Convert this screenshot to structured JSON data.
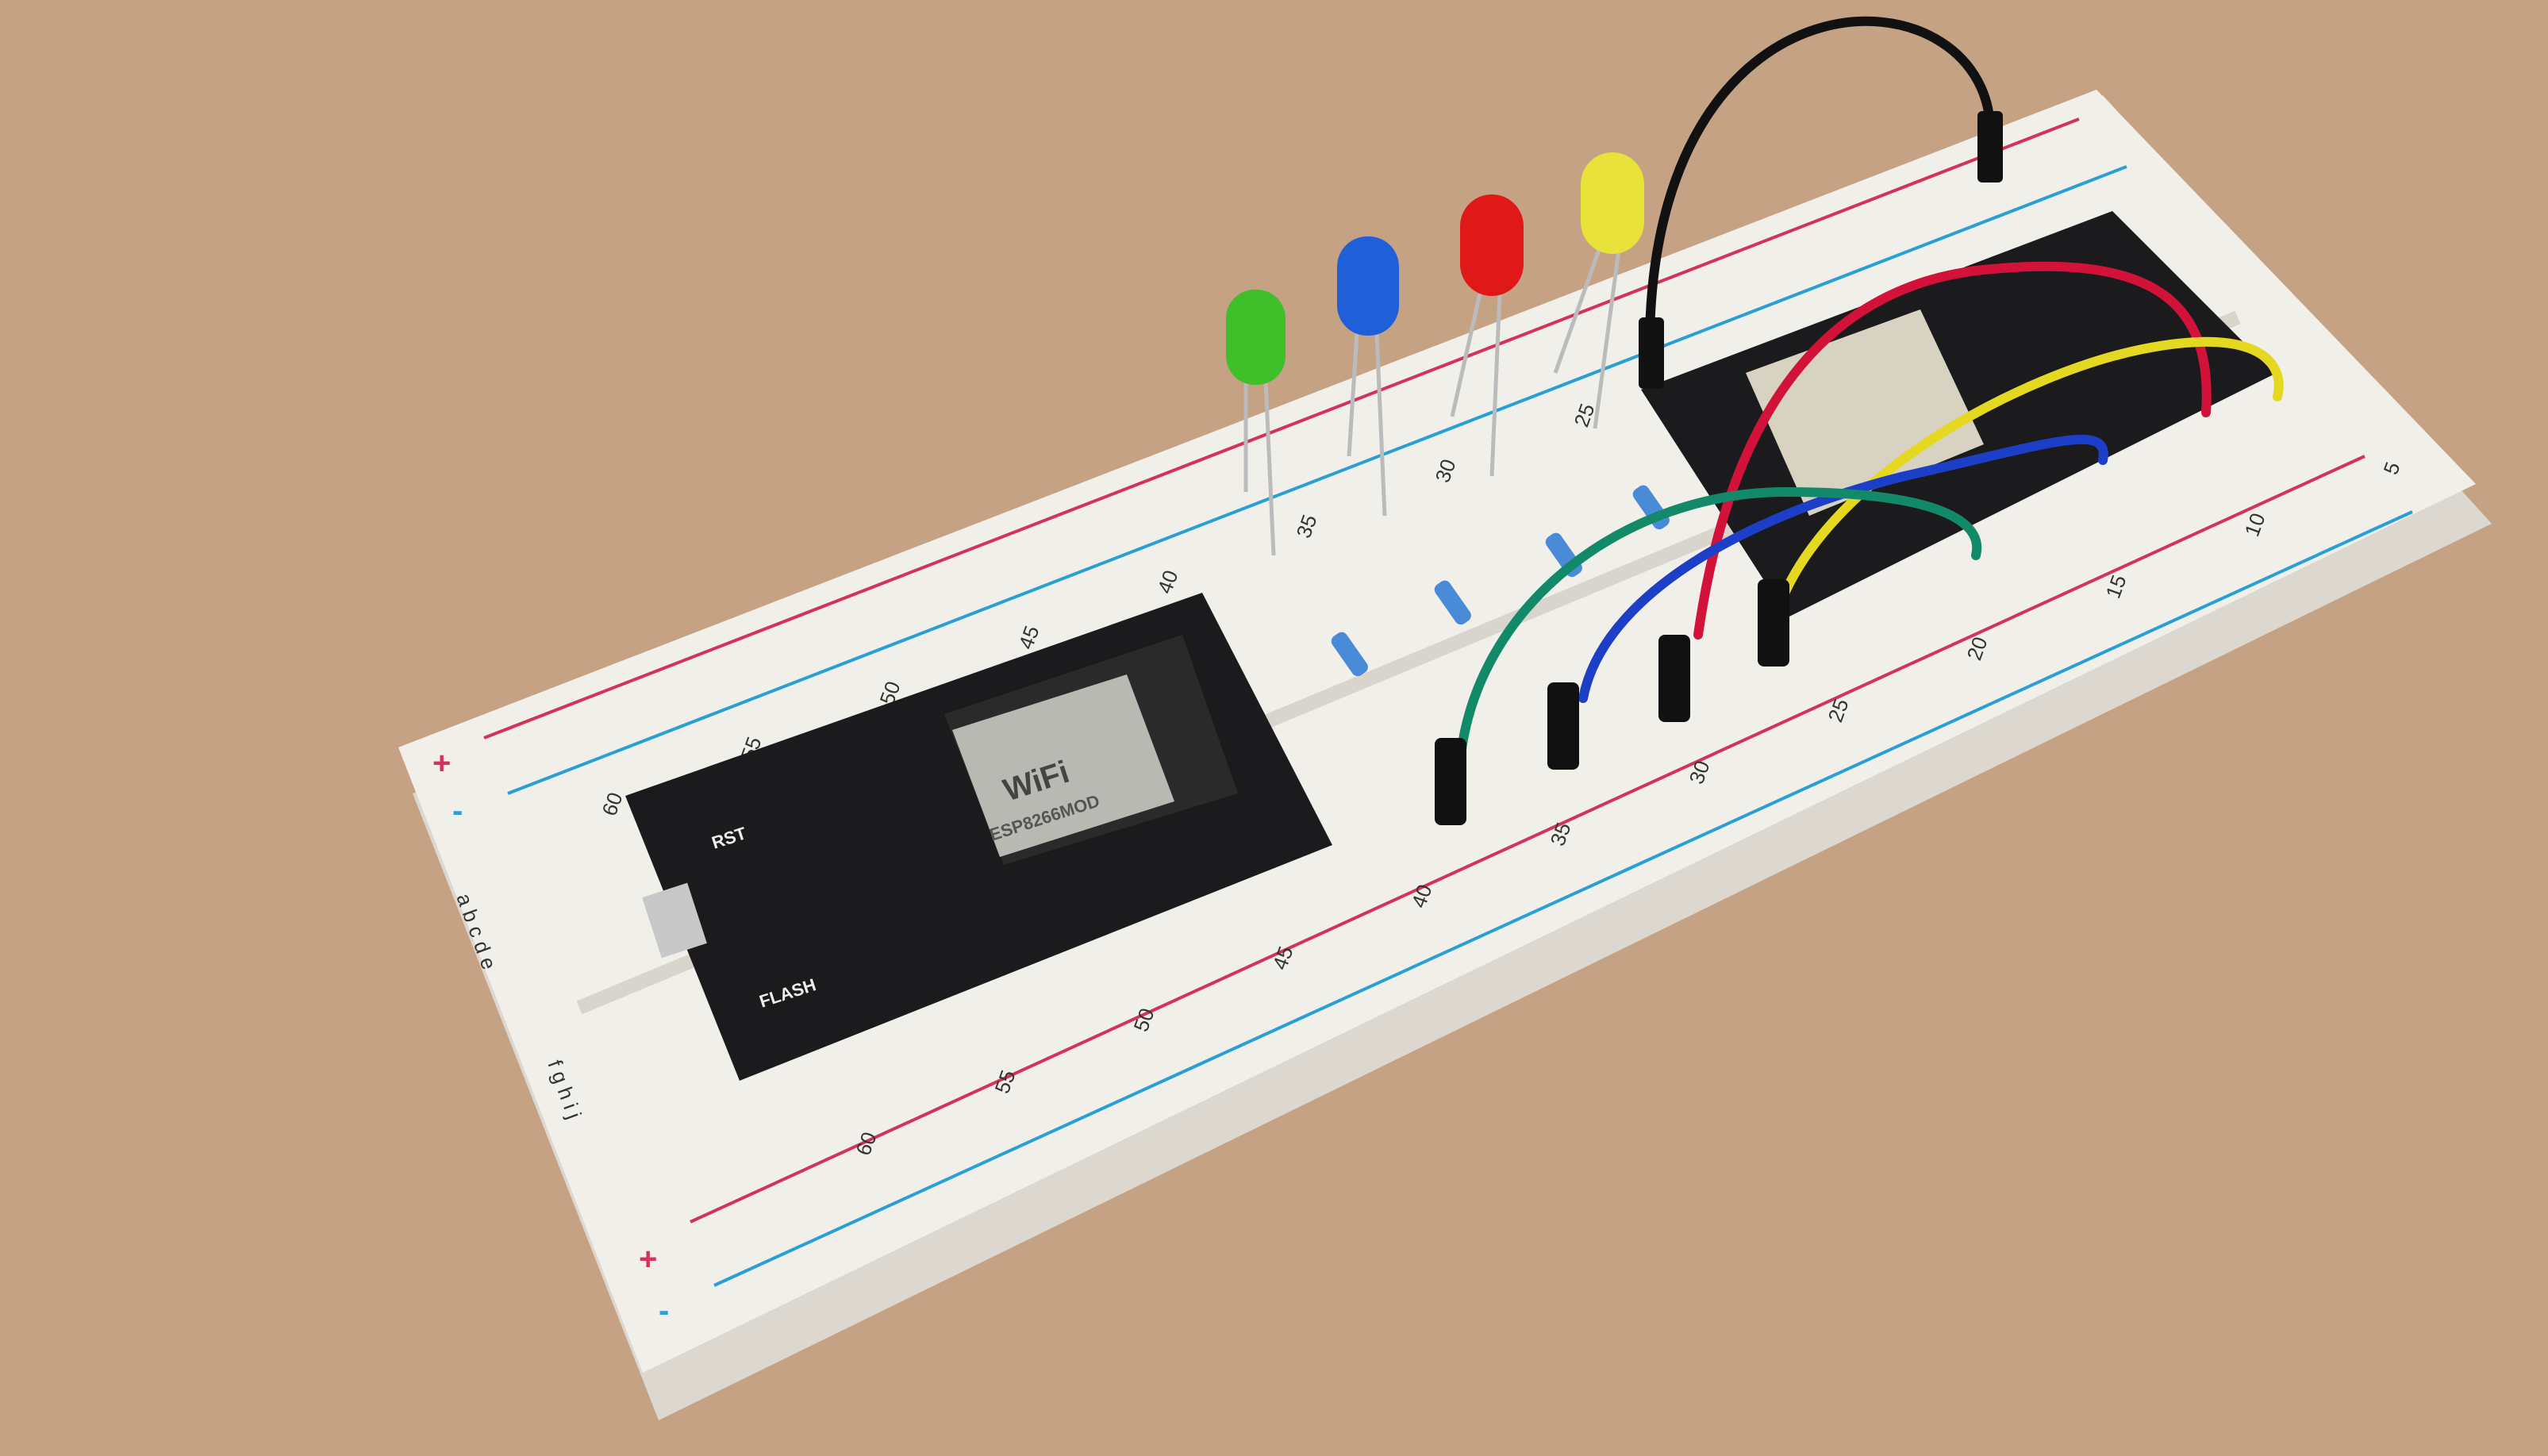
{
  "colors": {
    "background": "#c6a284",
    "breadboard": "#f1efe9",
    "rail_red": "#d2335a",
    "rail_blue": "#2a9fd6",
    "board": "#1b1b1d",
    "led_green": "#3fbf2a",
    "led_blue": "#1f5fd8",
    "led_red": "#e01818",
    "led_yellow": "#e8e23a",
    "wire_black": "#111111",
    "wire_red": "#d3123a",
    "wire_yellow": "#e4d820",
    "wire_blue": "#1d3fc8",
    "wire_green": "#128a6a"
  },
  "breadboard": {
    "column_numbers_top": [
      "25",
      "30",
      "35",
      "40",
      "45",
      "50",
      "55",
      "60"
    ],
    "column_numbers_bottom": [
      "5",
      "10",
      "15",
      "20",
      "25",
      "30",
      "35",
      "40",
      "45",
      "50",
      "55",
      "60"
    ],
    "rows_top": "a b c d e",
    "rows_bottom": "f g h i j",
    "plus": "+",
    "minus": "-"
  },
  "nodemcu": {
    "module_text": "WiFi",
    "module_model": "ESP8266MOD",
    "button_rst": "RST",
    "button_flash": "FLASH"
  },
  "esp32": {}
}
